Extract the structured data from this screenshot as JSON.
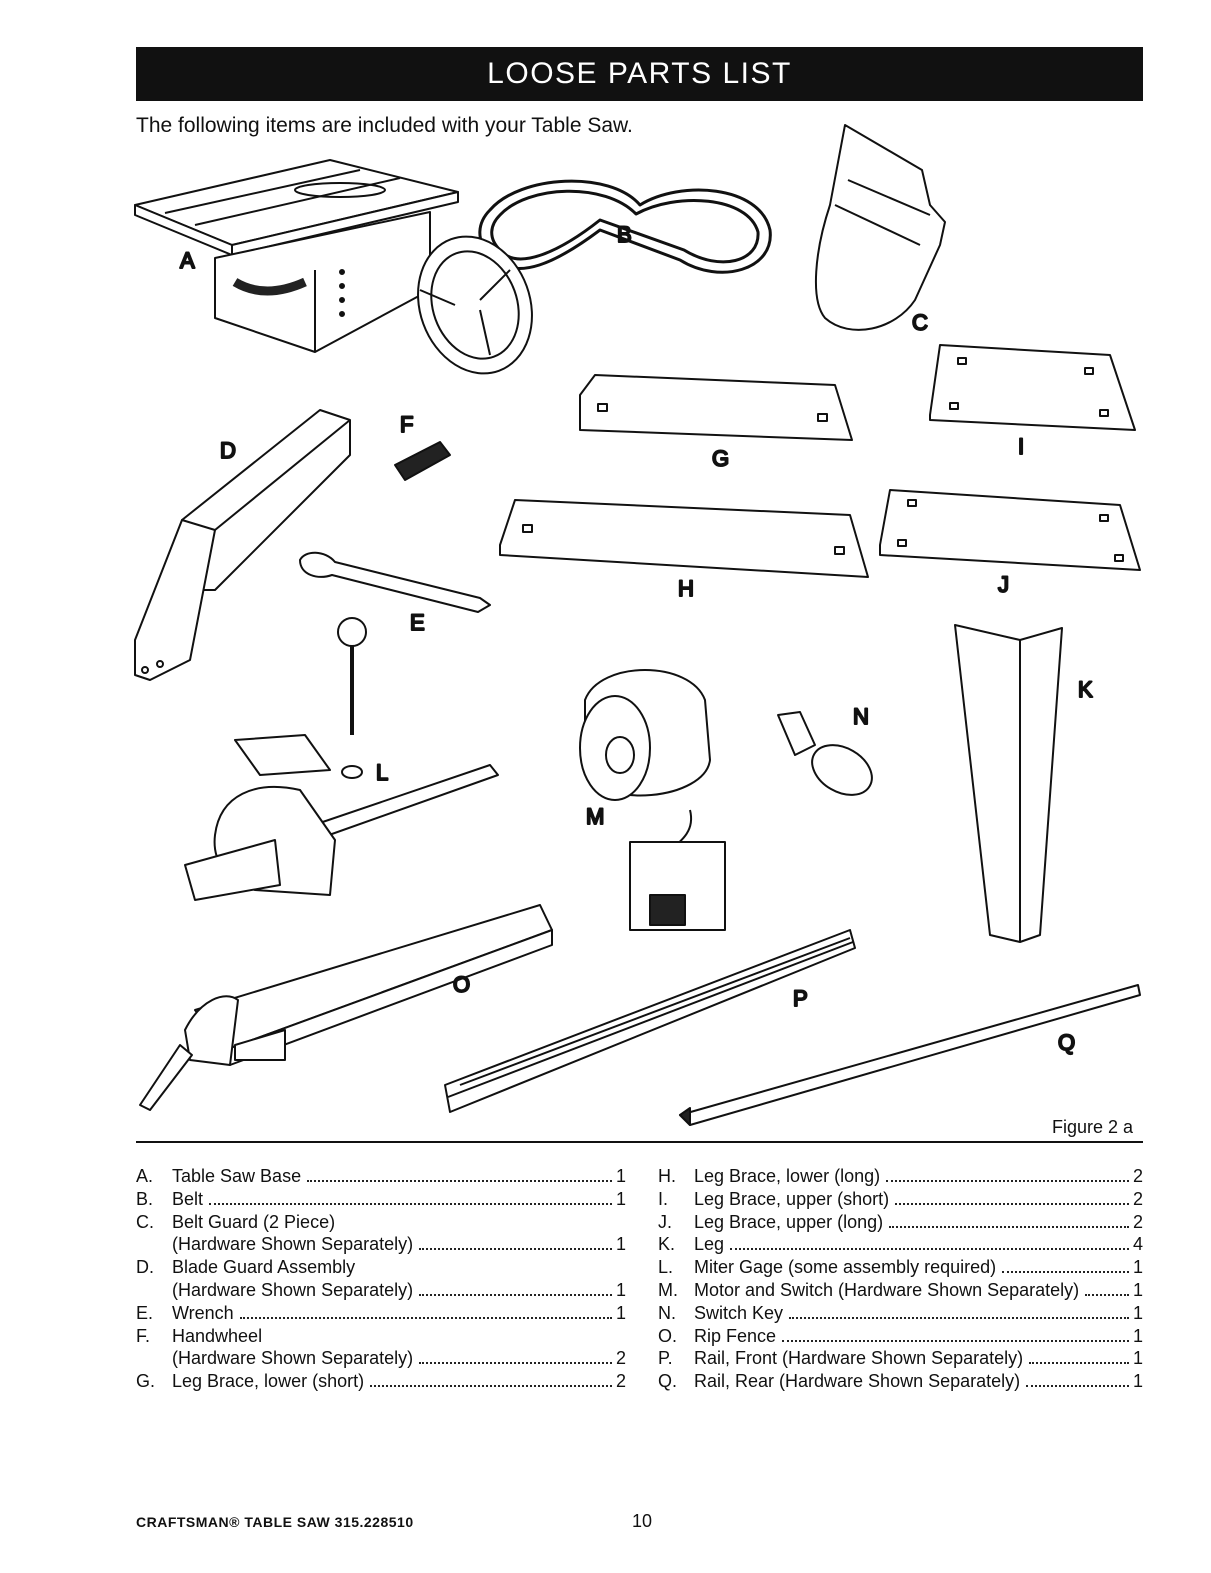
{
  "header": {
    "title": "LOOSE PARTS LIST"
  },
  "intro": "The following items are included with your Table Saw.",
  "figure": {
    "caption": "Figure 2 a",
    "labels": {
      "A": "A",
      "B": "B",
      "C": "C",
      "D": "D",
      "E": "E",
      "F": "F",
      "G": "G",
      "H": "H",
      "I": "I",
      "J": "J",
      "K": "K",
      "L": "L",
      "M": "M",
      "N": "N",
      "O": "O",
      "P": "P",
      "Q": "Q"
    }
  },
  "parts_left": [
    {
      "letter": "A.",
      "lines": [
        "Table Saw Base"
      ],
      "qty": "1"
    },
    {
      "letter": "B.",
      "lines": [
        "Belt"
      ],
      "qty": "1"
    },
    {
      "letter": "C.",
      "lines": [
        "Belt Guard (2 Piece)",
        "(Hardware Shown Separately)"
      ],
      "qty": "1"
    },
    {
      "letter": "D.",
      "lines": [
        "Blade Guard Assembly",
        "(Hardware Shown Separately)"
      ],
      "qty": "1"
    },
    {
      "letter": "E.",
      "lines": [
        "Wrench"
      ],
      "qty": "1"
    },
    {
      "letter": "F.",
      "lines": [
        "Handwheel",
        "(Hardware Shown Separately)"
      ],
      "qty": "2"
    },
    {
      "letter": "G.",
      "lines": [
        "Leg Brace, lower (short)"
      ],
      "qty": "2"
    }
  ],
  "parts_right": [
    {
      "letter": "H.",
      "lines": [
        "Leg Brace, lower (long)"
      ],
      "qty": "2"
    },
    {
      "letter": "I.",
      "lines": [
        "Leg Brace, upper (short)"
      ],
      "qty": "2"
    },
    {
      "letter": "J.",
      "lines": [
        "Leg Brace, upper (long)"
      ],
      "qty": "2"
    },
    {
      "letter": "K.",
      "lines": [
        "Leg"
      ],
      "qty": "4"
    },
    {
      "letter": "L.",
      "lines": [
        "Miter Gage (some assembly required)"
      ],
      "qty": "1"
    },
    {
      "letter": "M.",
      "lines": [
        "Motor and Switch (Hardware Shown Separately)"
      ],
      "qty": "1"
    },
    {
      "letter": "N.",
      "lines": [
        "Switch Key"
      ],
      "qty": "1"
    },
    {
      "letter": "O.",
      "lines": [
        "Rip Fence"
      ],
      "qty": "1"
    },
    {
      "letter": "P.",
      "lines": [
        "Rail, Front (Hardware Shown Separately)"
      ],
      "qty": "1"
    },
    {
      "letter": "Q.",
      "lines": [
        "Rail, Rear (Hardware Shown Separately)"
      ],
      "qty": "1"
    }
  ],
  "footer": {
    "brand": "CRAFTSMAN® TABLE SAW 315.228510",
    "page": "10"
  }
}
